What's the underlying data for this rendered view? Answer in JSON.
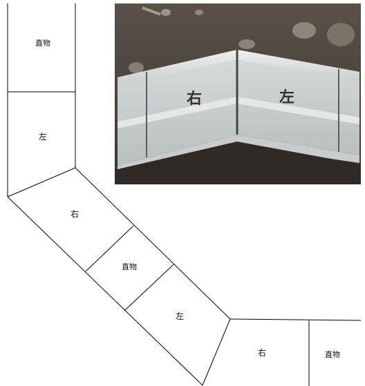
{
  "diagram": {
    "segments": [
      {
        "id": "top-straight",
        "label": "直物"
      },
      {
        "id": "top-left",
        "label": "左"
      },
      {
        "id": "diag-right",
        "label": "右"
      },
      {
        "id": "diag-straight",
        "label": "直物"
      },
      {
        "id": "diag-left",
        "label": "左"
      },
      {
        "id": "bottom-right",
        "label": "右"
      },
      {
        "id": "bottom-straight",
        "label": "直物"
      }
    ]
  },
  "photo": {
    "label_right": "右",
    "label_left": "左"
  },
  "colors": {
    "line": "#000000",
    "background": "#ffffff"
  }
}
